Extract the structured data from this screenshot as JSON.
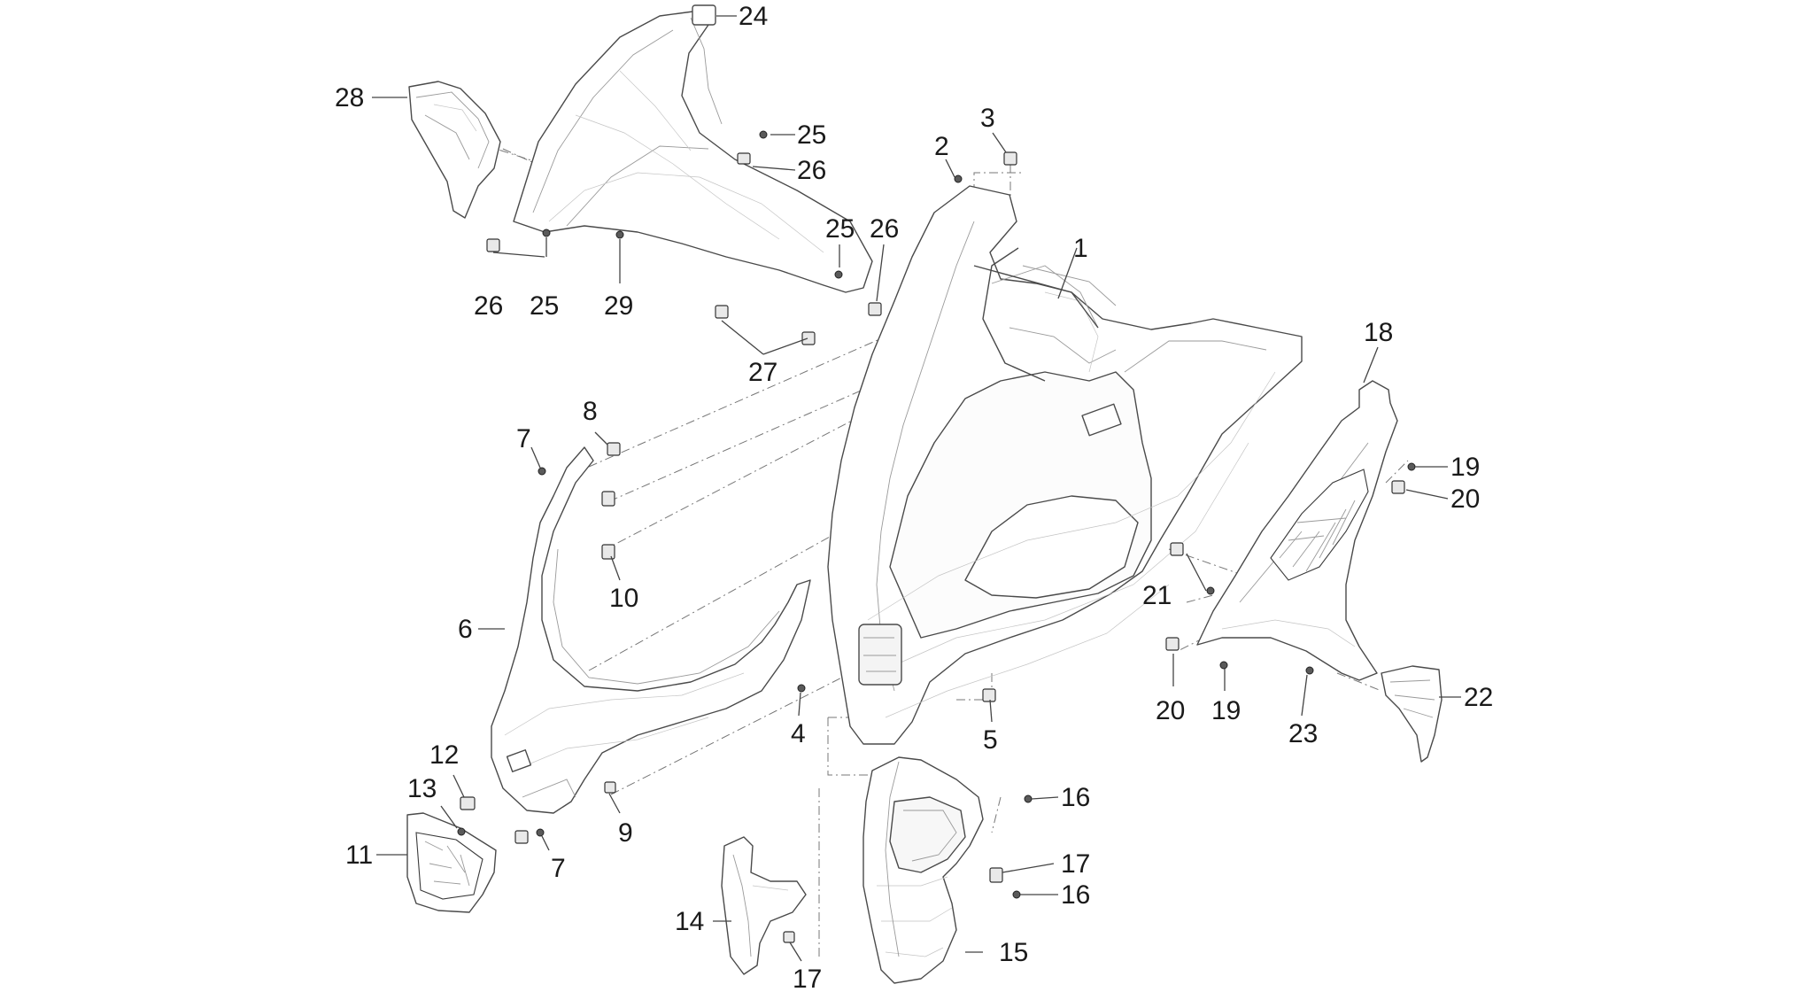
{
  "callouts": [
    {
      "id": "c1",
      "text": "1"
    },
    {
      "id": "c2",
      "text": "2"
    },
    {
      "id": "c3",
      "text": "3"
    },
    {
      "id": "c4",
      "text": "4"
    },
    {
      "id": "c5",
      "text": "5"
    },
    {
      "id": "c6",
      "text": "6"
    },
    {
      "id": "c7a",
      "text": "7"
    },
    {
      "id": "c7b",
      "text": "7"
    },
    {
      "id": "c8",
      "text": "8"
    },
    {
      "id": "c9",
      "text": "9"
    },
    {
      "id": "c10",
      "text": "10"
    },
    {
      "id": "c11",
      "text": "11"
    },
    {
      "id": "c12",
      "text": "12"
    },
    {
      "id": "c13",
      "text": "13"
    },
    {
      "id": "c14",
      "text": "14"
    },
    {
      "id": "c15",
      "text": "15"
    },
    {
      "id": "c16a",
      "text": "16"
    },
    {
      "id": "c16b",
      "text": "16"
    },
    {
      "id": "c17a",
      "text": "17"
    },
    {
      "id": "c17b",
      "text": "17"
    },
    {
      "id": "c18",
      "text": "18"
    },
    {
      "id": "c19a",
      "text": "19"
    },
    {
      "id": "c19b",
      "text": "19"
    },
    {
      "id": "c20a",
      "text": "20"
    },
    {
      "id": "c20b",
      "text": "20"
    },
    {
      "id": "c21",
      "text": "21"
    },
    {
      "id": "c22",
      "text": "22"
    },
    {
      "id": "c23",
      "text": "23"
    },
    {
      "id": "c24",
      "text": "24"
    },
    {
      "id": "c25a",
      "text": "25"
    },
    {
      "id": "c25b",
      "text": "25"
    },
    {
      "id": "c25c",
      "text": "25"
    },
    {
      "id": "c26a",
      "text": "26"
    },
    {
      "id": "c26b",
      "text": "26"
    },
    {
      "id": "c26c",
      "text": "26"
    },
    {
      "id": "c27",
      "text": "27"
    },
    {
      "id": "c28",
      "text": "28"
    },
    {
      "id": "c29",
      "text": "29"
    }
  ]
}
